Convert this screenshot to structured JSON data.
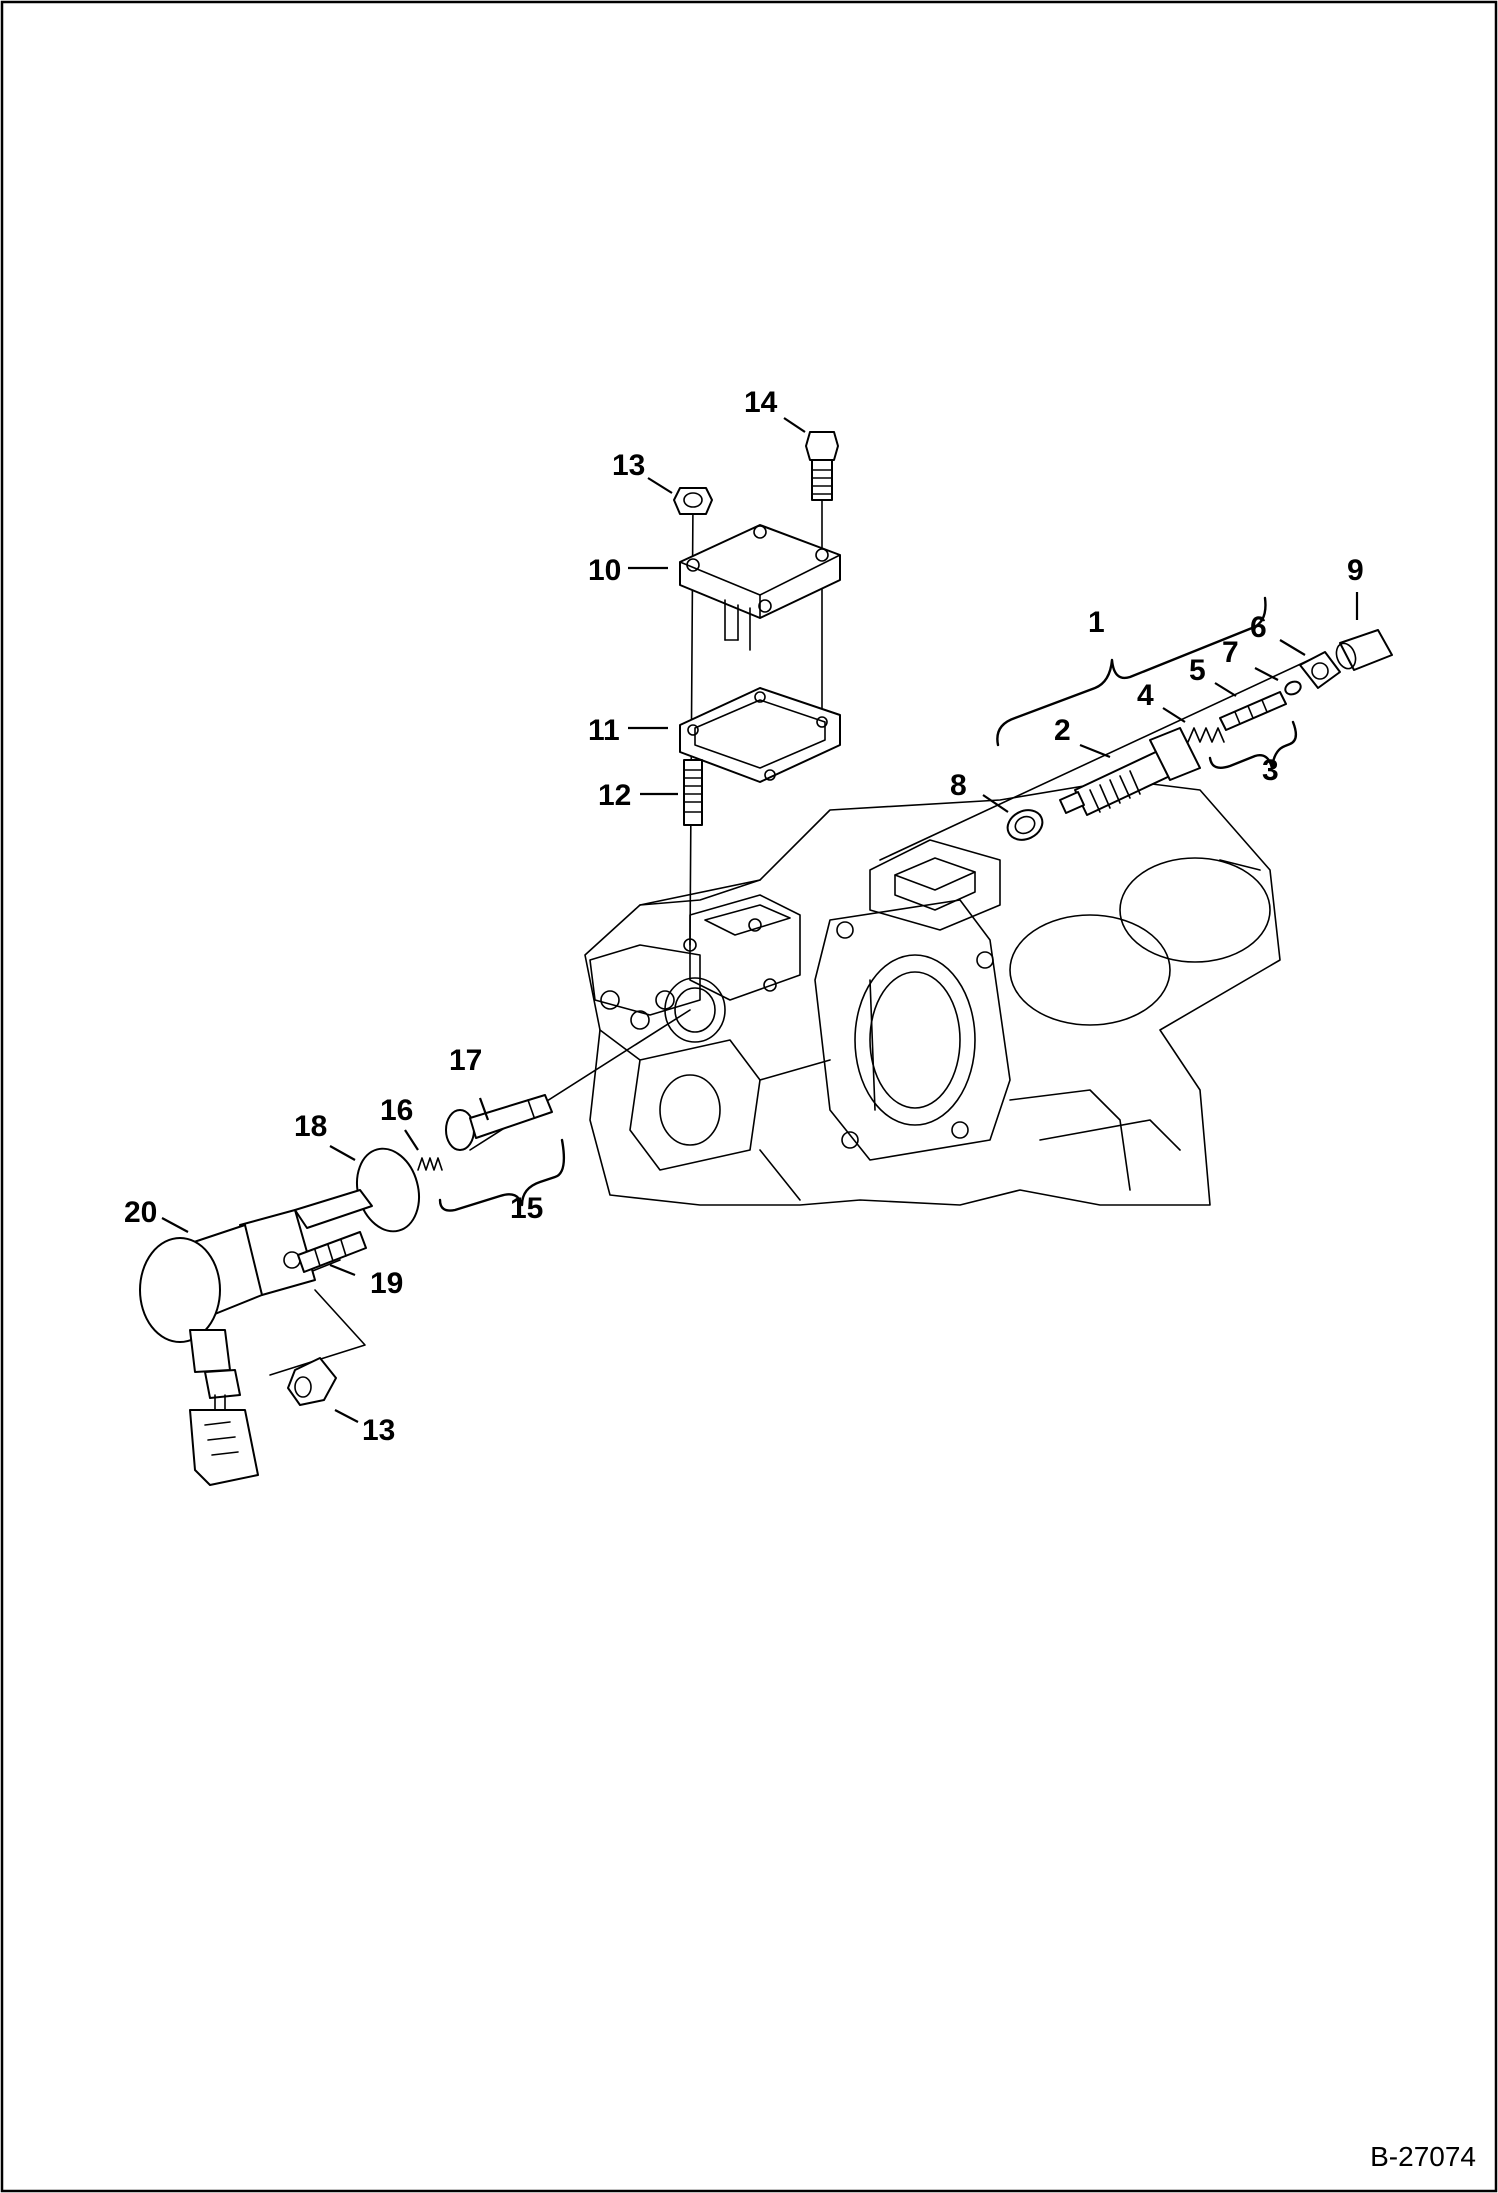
{
  "drawing": {
    "id": "B-27074",
    "callouts": [
      {
        "key": "c1",
        "label": "1"
      },
      {
        "key": "c2",
        "label": "2"
      },
      {
        "key": "c3",
        "label": "3"
      },
      {
        "key": "c4",
        "label": "4"
      },
      {
        "key": "c5",
        "label": "5"
      },
      {
        "key": "c6",
        "label": "6"
      },
      {
        "key": "c7",
        "label": "7"
      },
      {
        "key": "c8",
        "label": "8"
      },
      {
        "key": "c9",
        "label": "9"
      },
      {
        "key": "c10",
        "label": "10"
      },
      {
        "key": "c11",
        "label": "11"
      },
      {
        "key": "c12",
        "label": "12"
      },
      {
        "key": "c13a",
        "label": "13"
      },
      {
        "key": "c13b",
        "label": "13"
      },
      {
        "key": "c14",
        "label": "14"
      },
      {
        "key": "c15",
        "label": "15"
      },
      {
        "key": "c16",
        "label": "16"
      },
      {
        "key": "c17",
        "label": "17"
      },
      {
        "key": "c18",
        "label": "18"
      },
      {
        "key": "c19",
        "label": "19"
      },
      {
        "key": "c20",
        "label": "20"
      }
    ]
  }
}
